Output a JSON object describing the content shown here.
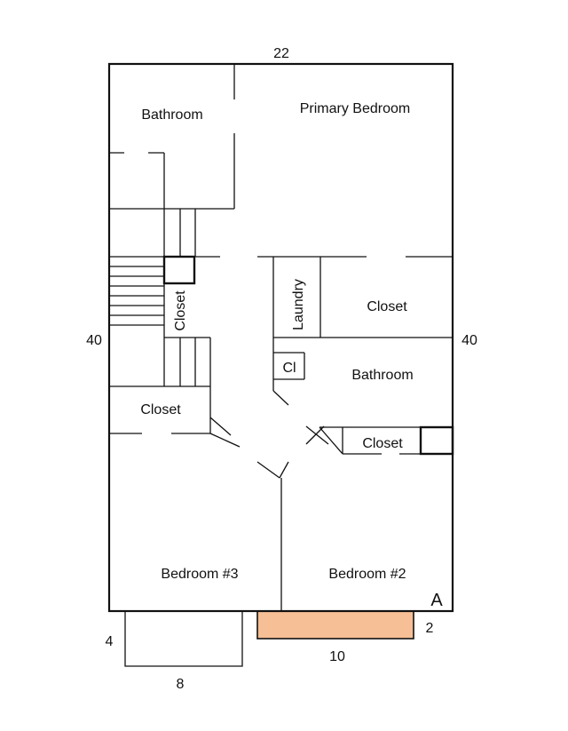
{
  "dimensions": {
    "top": "22",
    "left": "40",
    "right": "40",
    "step_width": "8",
    "step_depth": "4",
    "porch_width": "10",
    "porch_depth": "2"
  },
  "rooms": {
    "bathroom_upper": "Bathroom",
    "primary_bedroom": "Primary Bedroom",
    "closet_hall": "Closet",
    "laundry": "Laundry",
    "closet_right": "Closet",
    "cl": "Cl",
    "bathroom_lower": "Bathroom",
    "closet_left": "Closet",
    "closet_small": "Closet",
    "bedroom_3": "Bedroom #3",
    "bedroom_2": "Bedroom #2"
  },
  "marker": "A",
  "colors": {
    "porch_fill": "#f7bf95",
    "line": "#111111"
  }
}
